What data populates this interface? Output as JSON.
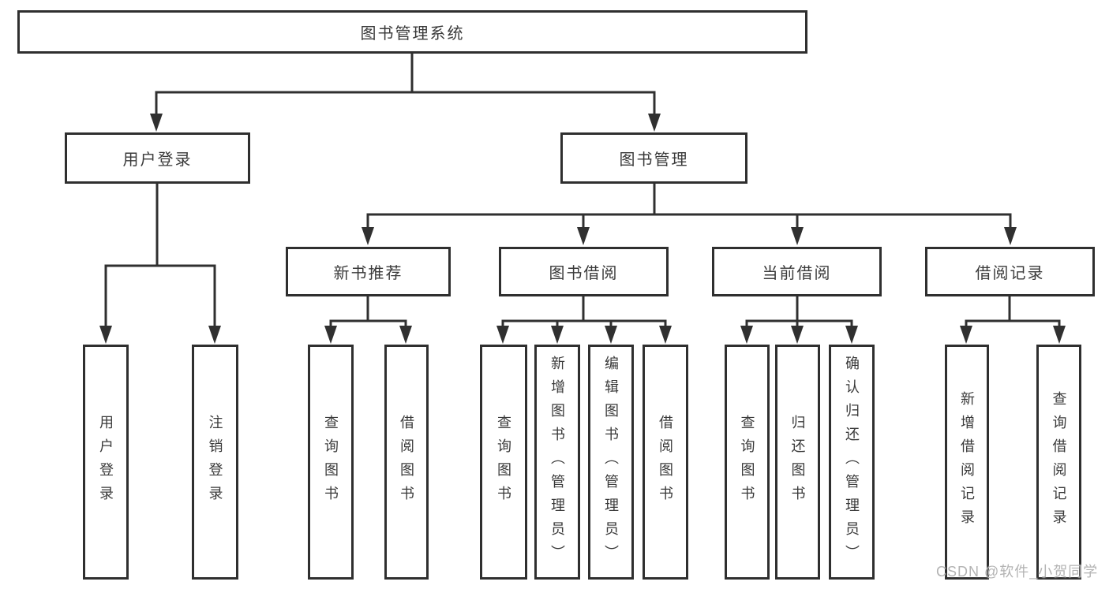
{
  "diagram": {
    "title": "图书管理系统",
    "root": {
      "label": "图书管理系统"
    },
    "level1": [
      {
        "id": "user-login",
        "label": "用户登录"
      },
      {
        "id": "book-management",
        "label": "图书管理"
      }
    ],
    "level2": [
      {
        "id": "new-book-recommend",
        "label": "新书推荐"
      },
      {
        "id": "book-borrowing",
        "label": "图书借阅"
      },
      {
        "id": "current-borrowing",
        "label": "当前借阅"
      },
      {
        "id": "borrow-records",
        "label": "借阅记录"
      }
    ],
    "leaves": {
      "user_login": [
        "用户登录",
        "注销登录"
      ],
      "new_book_recommend": [
        "查询图书",
        "借阅图书"
      ],
      "book_borrowing": [
        "查询图书",
        "新增图书（管理员）",
        "编辑图书（管理员）",
        "借阅图书"
      ],
      "current_borrowing": [
        "查询图书",
        "归还图书",
        "确认归还（管理员）"
      ],
      "borrow_records": [
        "新增借阅记录",
        "查询借阅记录"
      ]
    }
  },
  "watermark": {
    "text": "CSDN @软件_小贺同学"
  },
  "colors": {
    "line": "#303030",
    "box_border": "#2f2f2f",
    "text": "#3a3a3a",
    "watermark": "#b3b3b3",
    "background": "#ffffff"
  }
}
